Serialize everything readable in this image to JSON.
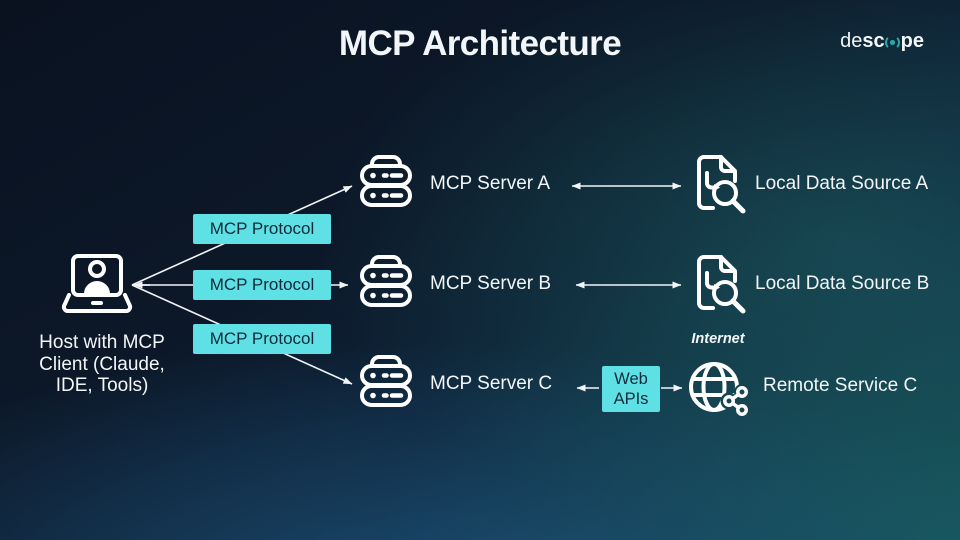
{
  "title": "MCP Architecture",
  "logo": {
    "prefix": "de",
    "bold_left": "sc",
    "bold_right": "pe",
    "o_icon": "descope-o-icon"
  },
  "host": {
    "lines": [
      "Host with MCP",
      "Client (Claude,",
      "IDE, Tools)"
    ]
  },
  "protocol_labels": [
    "MCP Protocol",
    "MCP Protocol",
    "MCP Protocol"
  ],
  "servers": [
    "MCP Server A",
    "MCP Server B",
    "MCP Server C"
  ],
  "data_sources": [
    "Local Data Source A",
    "Local Data Source B"
  ],
  "web_apis": {
    "lines": [
      "Web",
      "APIs"
    ]
  },
  "internet_label": "Internet",
  "remote_service": "Remote Service C",
  "icons": {
    "host": "laptop-user-icon",
    "server": "server-stack-icon",
    "data_source": "document-search-icon",
    "remote": "globe-share-icon"
  },
  "colors": {
    "accent_cyan": "#5FE0E4",
    "box_text": "#122A3C",
    "text_white": "#F3F6F8",
    "logo_teal": "#2BA6A9",
    "line_white": "#F2F5F7",
    "bg_dark_navy": "#0B1322",
    "bg_teal": "#1D5B60",
    "bg_blue": "#164869"
  }
}
